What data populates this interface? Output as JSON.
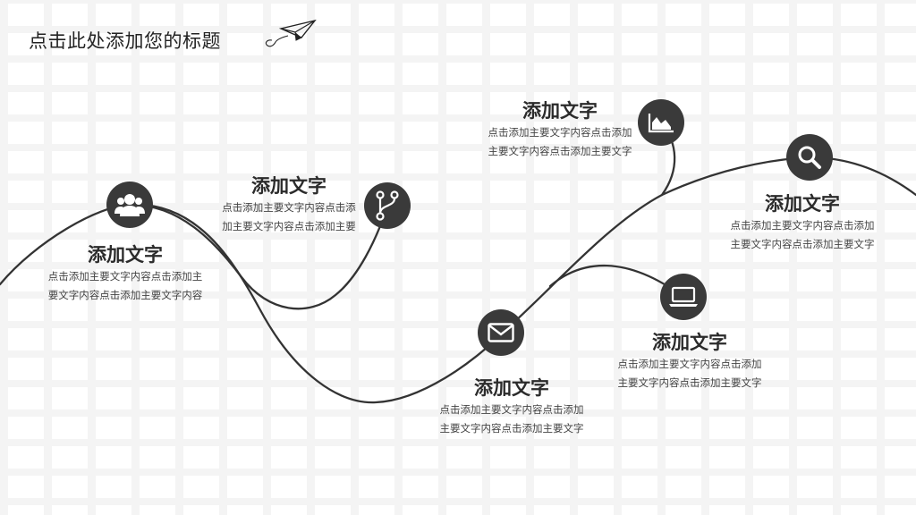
{
  "slide": {
    "title": "点击此处添加您的标题"
  },
  "steps": [
    {
      "heading": "添加文字",
      "body1": "点击添加主要文字内容点击添加主",
      "body2": "要文字内容点击添加主要文字内容",
      "icon": "users-icon"
    },
    {
      "heading": "添加文字",
      "body1": "点击添加主要文字内容点击添",
      "body2": "加主要文字内容点击添加主要",
      "icon": "branch-icon"
    },
    {
      "heading": "添加文字",
      "body1": "点击添加主要文字内容点击添加",
      "body2": "主要文字内容点击添加主要文字",
      "icon": "mail-icon"
    },
    {
      "heading": "添加文字",
      "body1": "点击添加主要文字内容点击添加",
      "body2": "主要文字内容点击添加主要文字",
      "icon": "area-chart-icon"
    },
    {
      "heading": "添加文字",
      "body1": "点击添加主要文字内容点击添加",
      "body2": "主要文字内容点击添加主要文字",
      "icon": "laptop-icon"
    },
    {
      "heading": "添加文字",
      "body1": "点击添加主要文字内容点击添加",
      "body2": "主要文字内容点击添加主要文字",
      "icon": "search-icon"
    }
  ],
  "colors": {
    "node": "#3a3a3a",
    "line": "#333333"
  }
}
